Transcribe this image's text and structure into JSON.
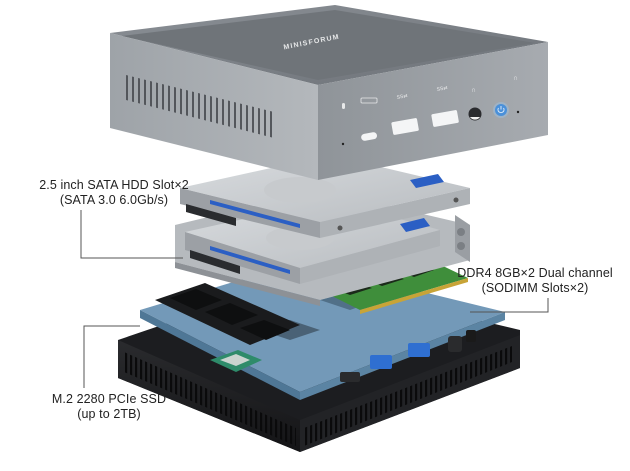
{
  "diagram": {
    "type": "exploded-product-view",
    "product": {
      "brand_logo_text": "MINISFORUM",
      "front_panel_icons": [
        "microphone-icon",
        "usb-c-icon",
        "usb3-ss-icon",
        "usb3-ss-icon",
        "headphone-icon",
        "power-icon"
      ],
      "power_button_color": "#4a90d9",
      "chassis_color": "#6b7075",
      "base_color": "#1e1f21",
      "board_color": "#6e94b4",
      "ram_color": "#3d8a3a"
    },
    "callouts": [
      {
        "id": "hdd",
        "line1": "2.5 inch SATA HDD Slot×2",
        "line2": "(SATA 3.0 6.0Gb/s)"
      },
      {
        "id": "ddr",
        "line1": "DDR4 8GB×2 Dual channel",
        "line2": "(SODIMM Slots×2)"
      },
      {
        "id": "ssd",
        "line1": "M.2 2280 PCIe SSD",
        "line2": "(up to 2TB)"
      }
    ],
    "leader_line_color": "#555555"
  }
}
